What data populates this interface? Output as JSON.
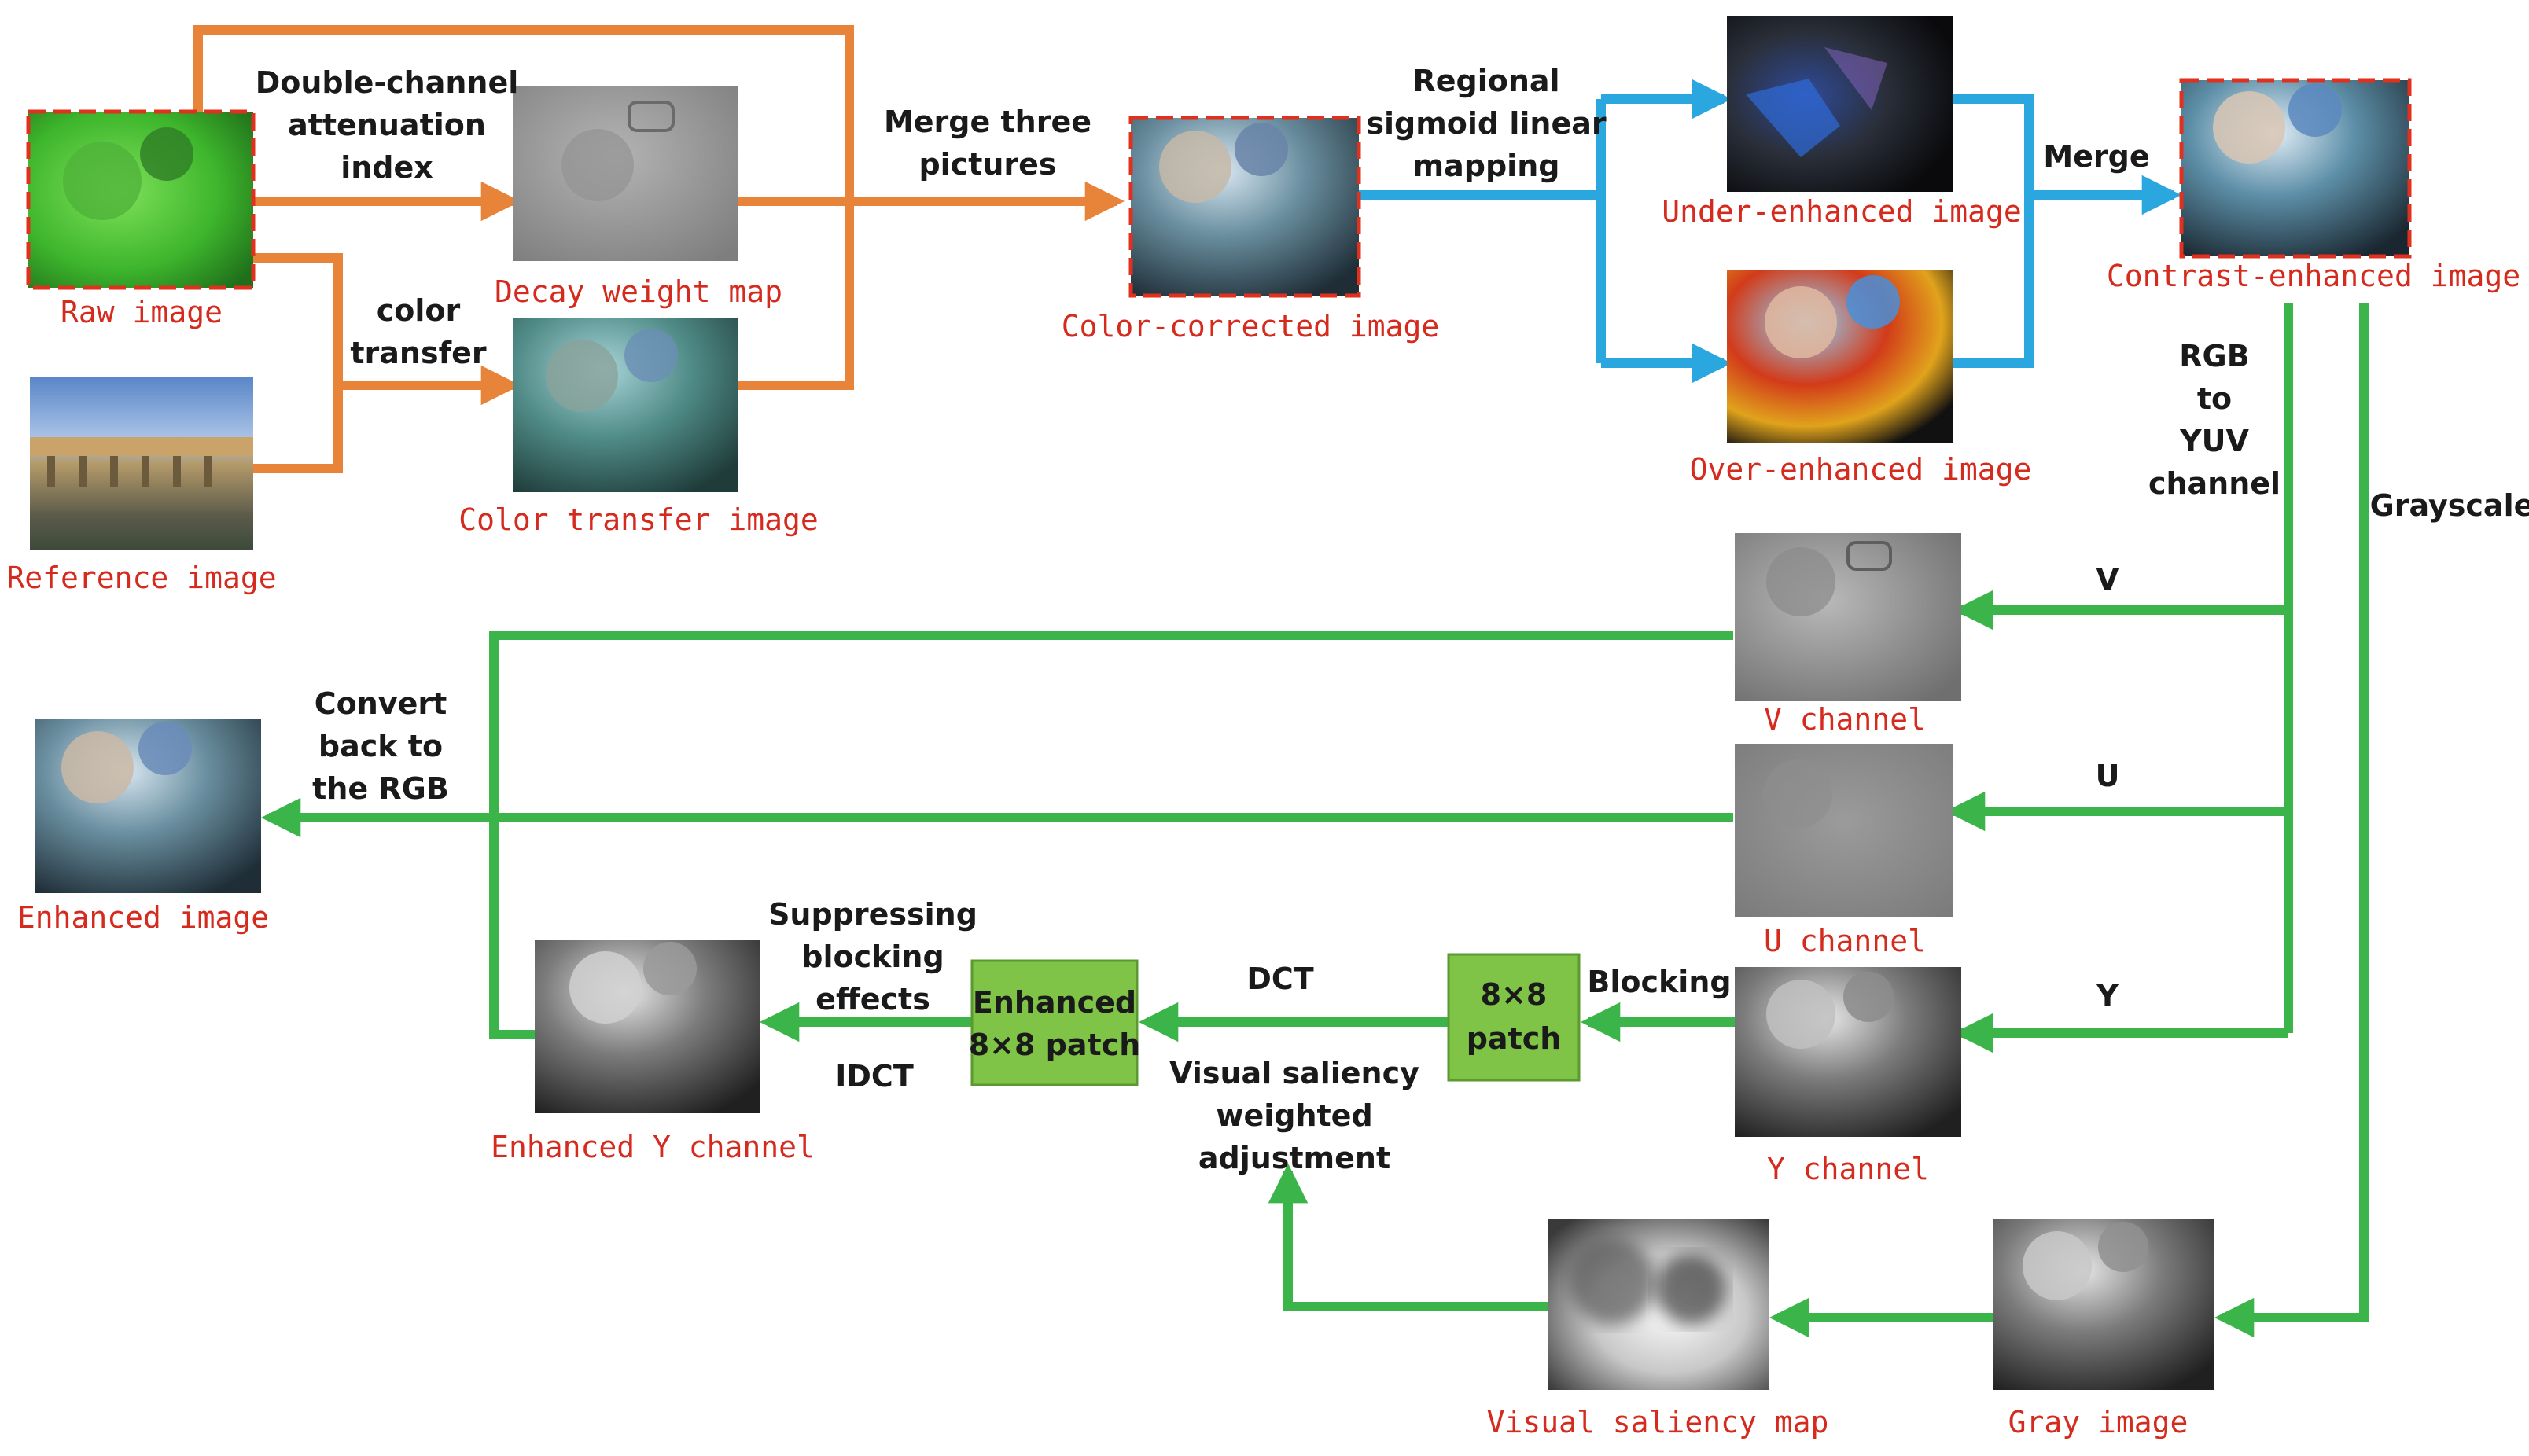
{
  "images": {
    "raw": "Raw image",
    "reference": "Reference image",
    "decay": "Decay weight map",
    "color_transfer": "Color transfer image",
    "color_corrected": "Color-corrected image",
    "under_enhanced": "Under-enhanced image",
    "over_enhanced": "Over-enhanced image",
    "contrast_enhanced": "Contrast-enhanced image",
    "v_channel": "V channel",
    "u_channel": "U channel",
    "y_channel": "Y channel",
    "enhanced": "Enhanced image",
    "enhanced_y": "Enhanced Y channel",
    "saliency_map": "Visual saliency map",
    "gray": "Gray image"
  },
  "steps": {
    "double_channel": [
      "Double-channel",
      "attenuation",
      "index"
    ],
    "color_transfer": [
      "color",
      "transfer"
    ],
    "merge_three": [
      "Merge three",
      "pictures"
    ],
    "regional_sigmoid": [
      "Regional",
      "sigmoid linear",
      "mapping"
    ],
    "merge": "Merge",
    "rgb_to_yuv": [
      "RGB",
      "to",
      "YUV",
      "channel"
    ],
    "grayscale": "Grayscale",
    "v": "V",
    "u": "U",
    "y": "Y",
    "convert_back": [
      "Convert",
      "back to",
      "the RGB"
    ],
    "blocking": "Blocking",
    "dct": "DCT",
    "suppressing": [
      "Suppressing",
      "blocking",
      "effects"
    ],
    "idct": "IDCT",
    "saliency_weighted": [
      "Visual saliency",
      "weighted",
      "adjustment"
    ]
  },
  "boxes": {
    "patch": [
      "8×8",
      "patch"
    ],
    "enhanced_patch": [
      "Enhanced",
      "8×8 patch"
    ]
  },
  "colors": {
    "orange_flow": "#e8843a",
    "blue_flow": "#2aa7df",
    "green_flow": "#3bb54a",
    "label_red": "#d42b1e",
    "patch_box": "#7fc347",
    "dashed_frame": "#e0301e"
  }
}
